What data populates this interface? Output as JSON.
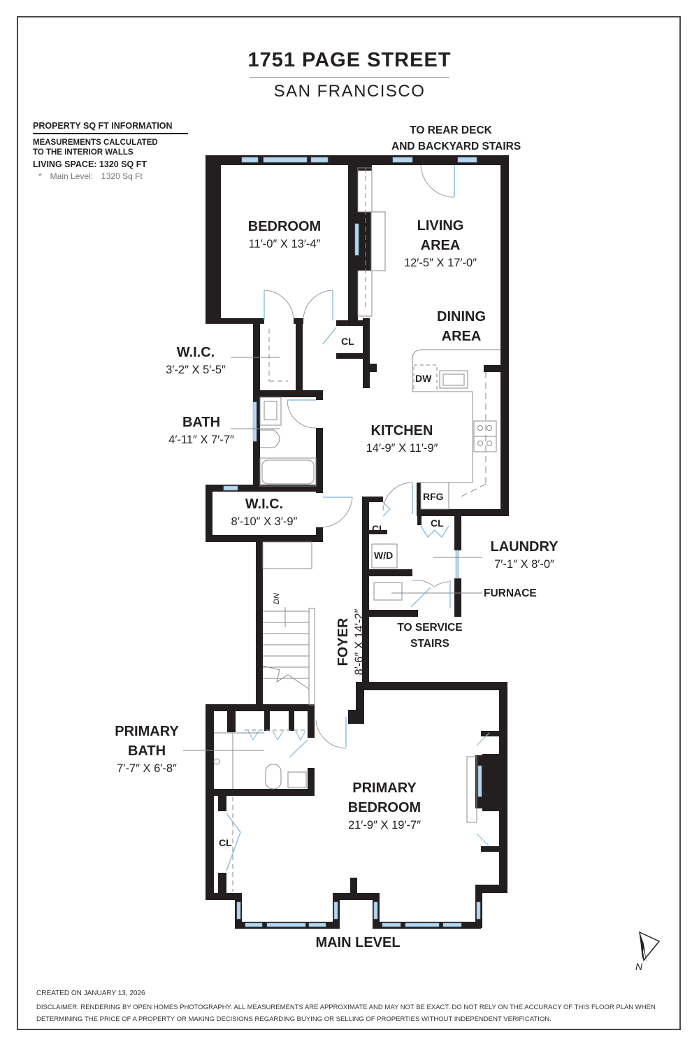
{
  "header": {
    "title": "1751 PAGE STREET",
    "subtitle": "SAN FRANCISCO"
  },
  "property_info": {
    "heading": "PROPERTY SQ FT INFORMATION",
    "measurement_note_line1": "MEASUREMENTS CALCULATED",
    "measurement_note_line2": "TO THE INTERIOR WALLS",
    "living_space": "LIVING SPACE: 1320 SQ FT",
    "levels": [
      {
        "bullet": "*",
        "name": "Main Level:",
        "area": "1320 Sq Ft"
      }
    ]
  },
  "annotations": {
    "rear_deck_line1": "TO REAR DECK",
    "rear_deck_line2": "AND BACKYARD STAIRS",
    "service_stairs_line1": "TO SERVICE",
    "service_stairs_line2": "STAIRS",
    "furnace": "FURNACE",
    "stairs_direction": "DN"
  },
  "rooms": {
    "bedroom": {
      "name": "BEDROOM",
      "dims": "11′-0″ X 13′-4″"
    },
    "living": {
      "name_line1": "LIVING",
      "name_line2": "AREA",
      "dims": "12′-5″ X 17′-0″"
    },
    "dining": {
      "name_line1": "DINING",
      "name_line2": "AREA"
    },
    "wic_upper": {
      "name": "W.I.C.",
      "dims": "3′-2″ X 5′-5″"
    },
    "bath": {
      "name": "BATH",
      "dims": "4′-11″ X 7′-7″"
    },
    "kitchen": {
      "name": "KITCHEN",
      "dims": "14′-9″ X 11′-9″"
    },
    "wic_lower": {
      "name": "W.I.C.",
      "dims": "8′-10″ X 3′-9″"
    },
    "laundry": {
      "name": "LAUNDRY",
      "dims": "7′-1″ X 8′-0″"
    },
    "foyer": {
      "name": "FOYER",
      "dims": "8′-6″ X 14′-2″"
    },
    "primary_bath": {
      "name_line1": "PRIMARY",
      "name_line2": "BATH",
      "dims": "7′-7″ X 6′-8″"
    },
    "primary_bedroom": {
      "name_line1": "PRIMARY",
      "name_line2": "BEDROOM",
      "dims": "21′-9″ X 19′-7″"
    }
  },
  "fixtures": {
    "closet": "CL",
    "dishwasher": "DW",
    "refrigerator": "RFG",
    "washer_dryer": "W/D"
  },
  "level_label": "MAIN LEVEL",
  "compass": {
    "label": "N"
  },
  "footer": {
    "created": "CREATED ON JANUARY 13, 2026",
    "disclaimer": "DISCLAIMER: RENDERING BY OPEN HOMES PHOTOGRAPHY. ALL MEASUREMENTS ARE APPROXIMATE AND MAY NOT BE EXACT. DO NOT RELY ON THE ACCURACY OF THIS FLOOR PLAN WHEN DETERMINING THE PRICE OF A PROPERTY OR MAKING DECISIONS REGARDING BUYING OR SELLING OF PROPERTIES WITHOUT INDEPENDENT VERIFICATION."
  },
  "colors": {
    "wall": "#231f20",
    "window": "#b7d6ef",
    "door": "#8fc1e6",
    "fixture_line": "#8a8a8a",
    "frame": "#4a4a4a"
  }
}
